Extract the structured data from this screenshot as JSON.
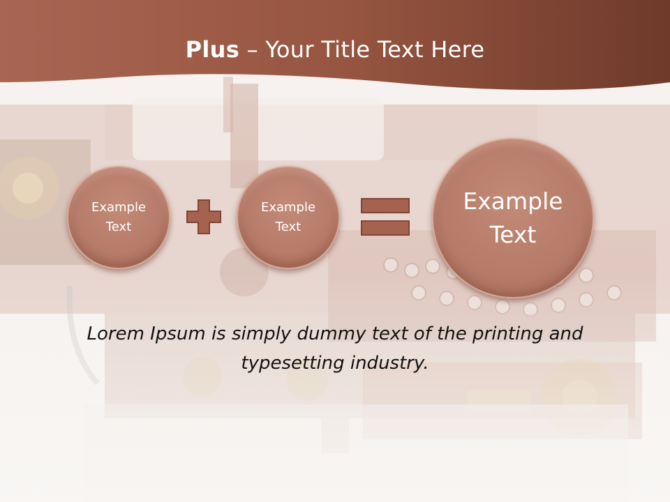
{
  "slide": {
    "title_bold": "Plus",
    "title_rest": " – Your Title Text Here",
    "circle_left": "Example\nText",
    "circle_middle": "Example\nText",
    "circle_right": "Example\nText",
    "operator_plus": "plus-sign",
    "operator_equals": "equals-sign",
    "body": "Lorem Ipsum is simply dummy text of the printing and typesetting industry."
  },
  "colors": {
    "banner": "#8b4a36",
    "circle_fill": "#b57a68",
    "operator_fill": "#a4624f"
  },
  "background": {
    "subject": "steampunk-typewriter-photo"
  }
}
